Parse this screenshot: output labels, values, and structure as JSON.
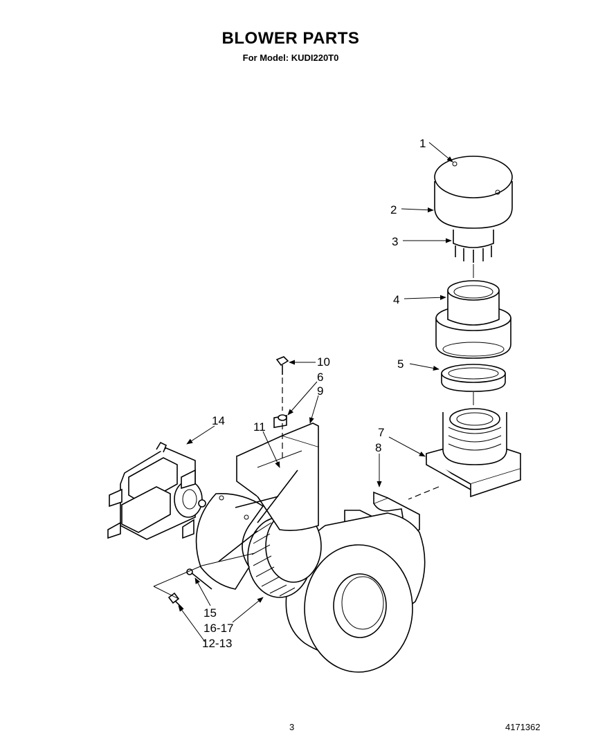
{
  "title": "BLOWER PARTS",
  "subtitle": "For Model: KUDI220T0",
  "footer": {
    "page_number": "3",
    "drawing_number": "4171362"
  },
  "callouts": {
    "c1": "1",
    "c2": "2",
    "c3": "3",
    "c4": "4",
    "c5": "5",
    "c6": "6",
    "c7": "7",
    "c8": "8",
    "c9": "9",
    "c10": "10",
    "c11": "11",
    "c14": "14",
    "c15": "15",
    "c16_17": "16-17",
    "c12_13": "12-13"
  }
}
